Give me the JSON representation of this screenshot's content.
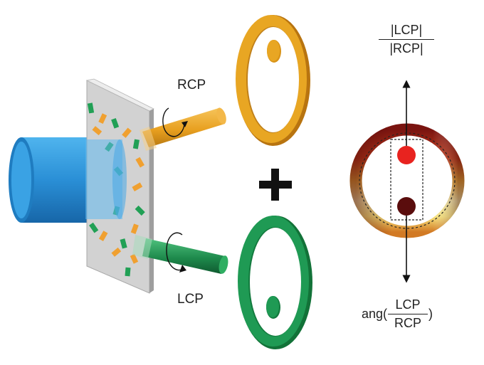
{
  "labels": {
    "rcp": "RCP",
    "lcp": "LCP",
    "plus": "+"
  },
  "ratio_label": {
    "numerator": "|LCP|",
    "denominator": "|RCP|"
  },
  "phase_label": {
    "prefix": "ang(",
    "numerator": "LCP",
    "denominator": "RCP",
    "suffix": ")"
  },
  "colors": {
    "rcp_beam": "#e8a020",
    "lcp_beam": "#1e8a4c",
    "rcp_ring": "#e8a623",
    "lcp_ring": "#1f9a54",
    "source_beam": "#2a8fd6",
    "metasurface": "#cfcfcf",
    "antenna_orange": "#f0a030",
    "antenna_green": "#21a055",
    "spot_top": "#e8231f",
    "spot_bottom": "#5a0d0d"
  }
}
